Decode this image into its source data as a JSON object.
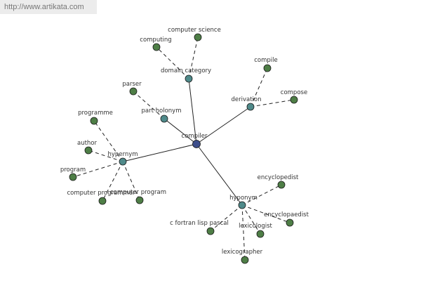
{
  "banner": {
    "url": "http://www.artikata.com"
  },
  "graph": {
    "colors": {
      "root": "#3d4d8a",
      "relation": "#4f8a8a",
      "leaf": "#4e7e46",
      "edge": "#222222",
      "text": "#333333"
    },
    "root": {
      "id": "compiler",
      "label": "compiler"
    },
    "relations": [
      {
        "id": "domain-category",
        "label": "domain category",
        "leaves": [
          {
            "id": "computing",
            "label": "computing"
          },
          {
            "id": "computer-science",
            "label": "computer science"
          }
        ]
      },
      {
        "id": "derivation",
        "label": "derivation",
        "leaves": [
          {
            "id": "compile",
            "label": "compile"
          },
          {
            "id": "compose",
            "label": "compose"
          }
        ]
      },
      {
        "id": "part-holonym",
        "label": "part holonym",
        "leaves": [
          {
            "id": "parser",
            "label": "parser"
          }
        ]
      },
      {
        "id": "hypernym",
        "label": "hypernym",
        "leaves": [
          {
            "id": "programme",
            "label": "programme"
          },
          {
            "id": "author",
            "label": "author"
          },
          {
            "id": "program",
            "label": "program"
          },
          {
            "id": "computer-programmer",
            "label": "computer programmer"
          },
          {
            "id": "computer-program",
            "label": "computer program"
          }
        ]
      },
      {
        "id": "hyponym",
        "label": "hyponym",
        "leaves": [
          {
            "id": "encyclopedist",
            "label": "encyclopedist"
          },
          {
            "id": "encyclopaedist",
            "label": "encyclopaedist"
          },
          {
            "id": "lexicologist",
            "label": "lexicologist"
          },
          {
            "id": "c-fortran-lisp-pascal",
            "label": "c fortran lisp pascal"
          },
          {
            "id": "lexicographer",
            "label": "lexicographer"
          }
        ]
      }
    ]
  }
}
